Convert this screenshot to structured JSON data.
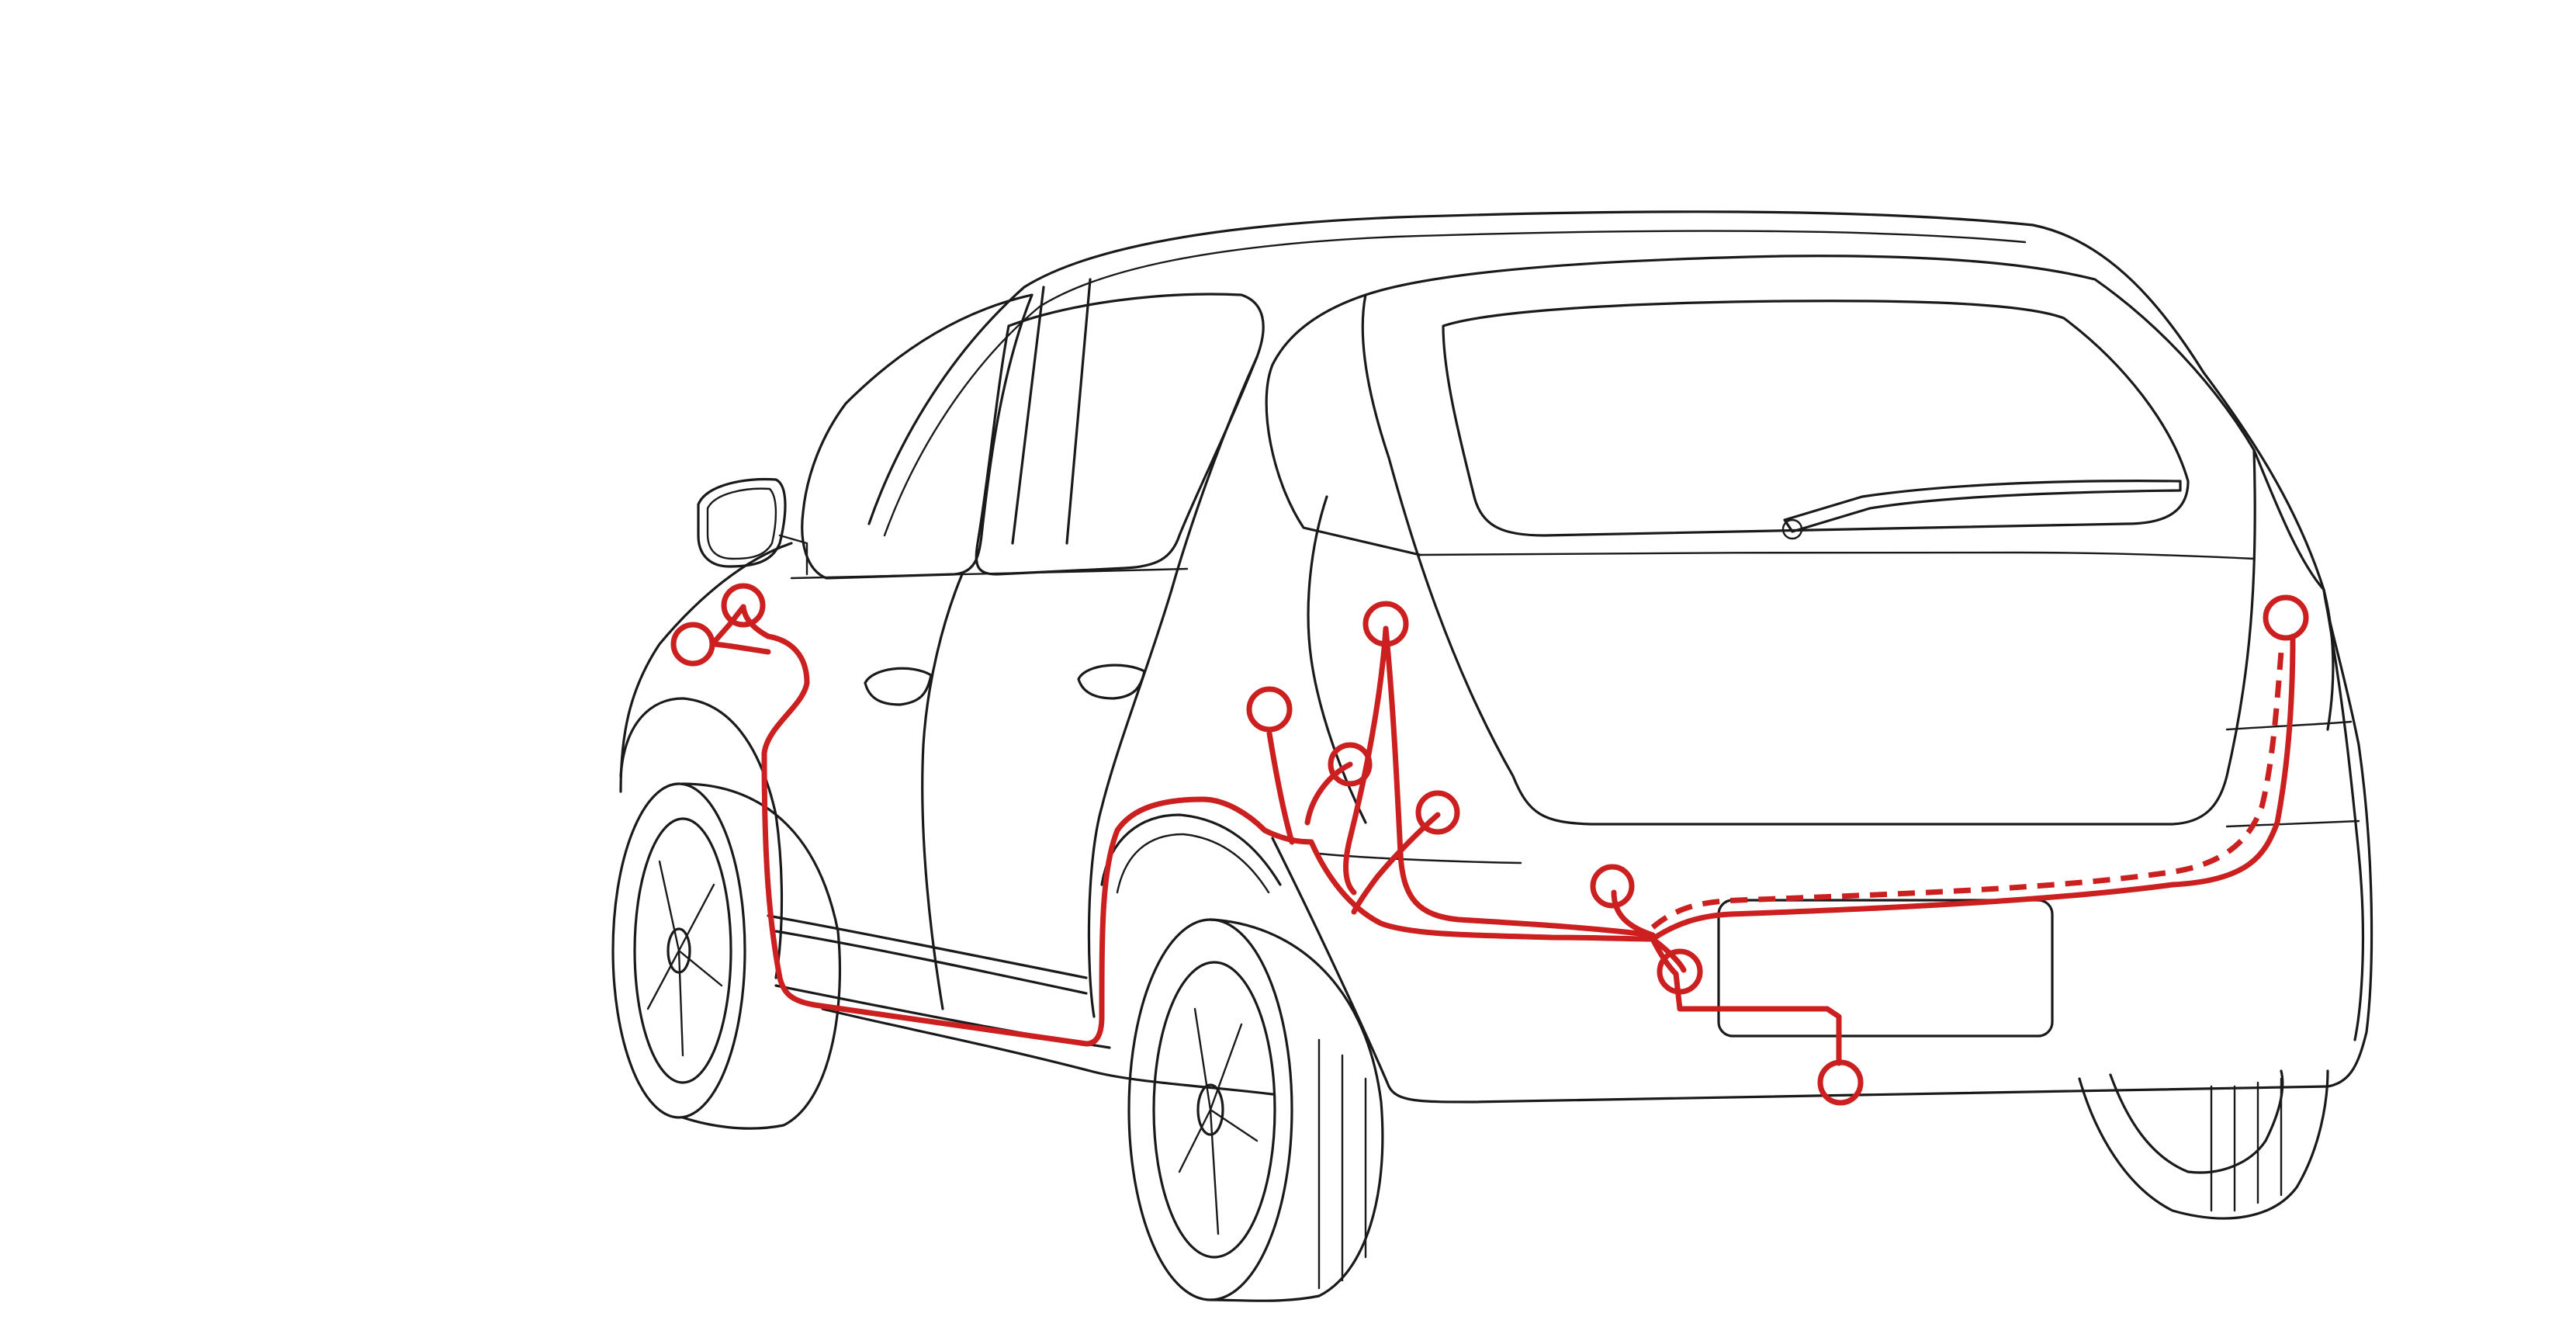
{
  "diagram": {
    "subject": "hatchback-rear-three-quarter-view",
    "colors": {
      "outline": "#1a1a1a",
      "wiring": "#cc1f1f",
      "background": "#ffffff"
    },
    "connectors": [
      {
        "id": "mirror-upper"
      },
      {
        "id": "mirror-lower"
      },
      {
        "id": "rear-quarter-upper-left"
      },
      {
        "id": "rear-quarter-top"
      },
      {
        "id": "rear-quarter-middle"
      },
      {
        "id": "rear-quarter-right"
      },
      {
        "id": "tail-left-lower"
      },
      {
        "id": "bumper-center"
      },
      {
        "id": "plate-light"
      },
      {
        "id": "tail-right"
      }
    ],
    "wire_segments": [
      {
        "id": "door-sill-run",
        "style": "solid"
      },
      {
        "id": "quarter-panel-bundle",
        "style": "solid"
      },
      {
        "id": "bumper-run-right",
        "style": "solid"
      },
      {
        "id": "bumper-run-right-alt",
        "style": "dashed"
      },
      {
        "id": "plate-branch",
        "style": "solid"
      }
    ]
  }
}
